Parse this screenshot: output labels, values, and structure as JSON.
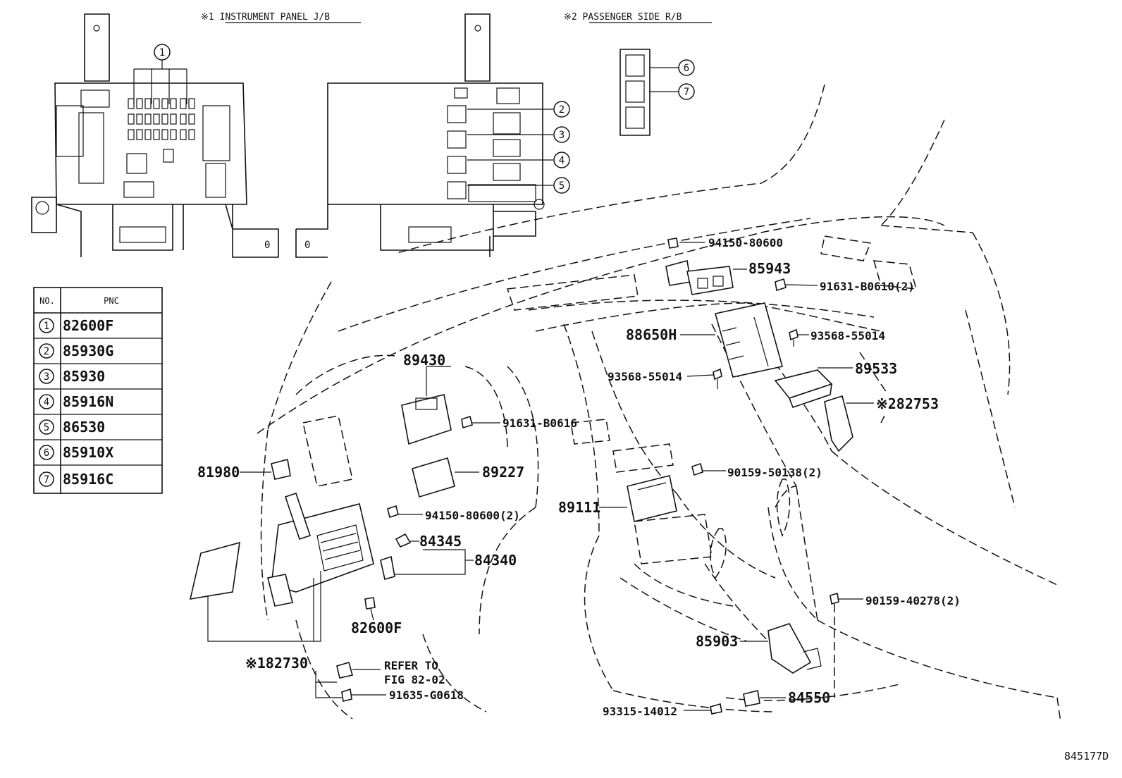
{
  "headers": {
    "instrument_panel": "※1 INSTRUMENT PANEL J/B",
    "passenger_side": "※2 PASSENGER SIDE R/B"
  },
  "table": {
    "col_no": "NO.",
    "col_pnc": "PNC",
    "rows": [
      {
        "no": "1",
        "pnc": "82600F"
      },
      {
        "no": "2",
        "pnc": "85930G"
      },
      {
        "no": "3",
        "pnc": "85930"
      },
      {
        "no": "4",
        "pnc": "85916N"
      },
      {
        "no": "5",
        "pnc": "86530"
      },
      {
        "no": "6",
        "pnc": "85910X"
      },
      {
        "no": "7",
        "pnc": "85916C"
      }
    ]
  },
  "callouts": {
    "c1": "1",
    "c2": "2",
    "c3": "3",
    "c4": "4",
    "c5": "5",
    "c6": "6",
    "c7": "7"
  },
  "labels": {
    "p94150_80600": "94150-80600",
    "p85943": "85943",
    "p91631_b0610": "91631-B0610(2)",
    "p88650h": "88650H",
    "p93568_55014_a": "93568-55014",
    "p93568_55014_b": "93568-55014",
    "p89533": "89533",
    "p82753": "※282753",
    "p89430": "89430",
    "p91631_b0616": "91631-B0616",
    "p81980": "81980",
    "p89227": "89227",
    "p90159_50138": "90159-50138(2)",
    "p89111": "89111",
    "p94150_80600_2": "94150-80600(2)",
    "p84345": "84345",
    "p84340": "84340",
    "p82600f": "82600F",
    "p90159_40278": "90159-40278(2)",
    "p85903": "85903",
    "p82730": "※182730",
    "refer_to": "REFER TO",
    "fig": "FIG 82-02",
    "p91635_g0618": "91635-G0618",
    "p84550": "84550",
    "p93315_14012": "93315-14012",
    "figure_id": "845177D"
  }
}
